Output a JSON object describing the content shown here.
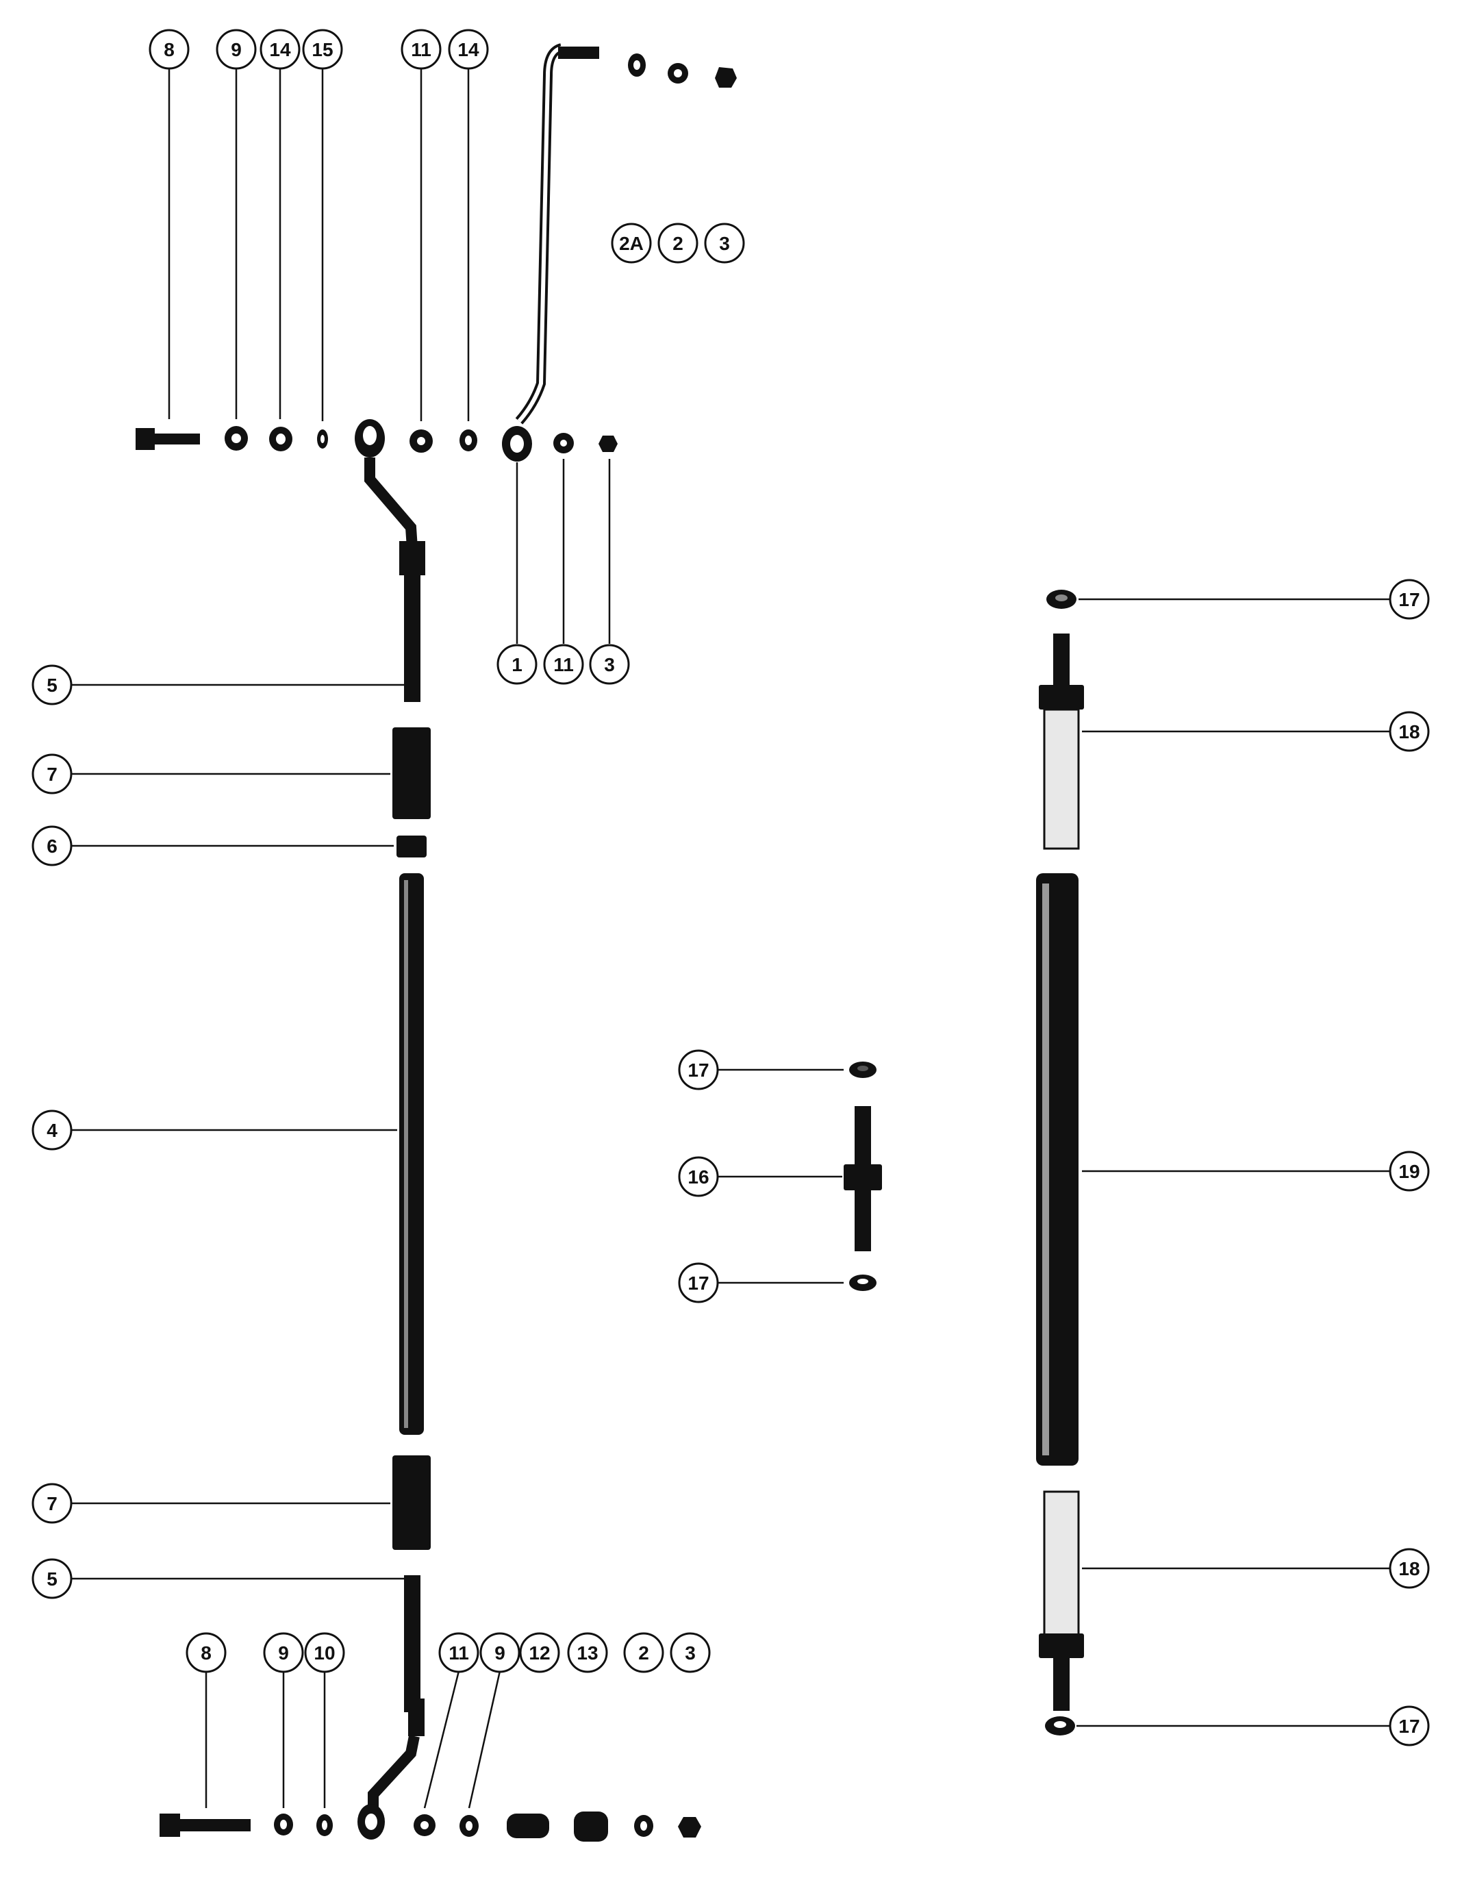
{
  "callouts": {
    "c8_top": "8",
    "c9_top": "9",
    "c14_top_a": "14",
    "c15_top": "15",
    "c11_top": "11",
    "c14_top_b": "14",
    "c2a": "2A",
    "c2_top": "2",
    "c3_top": "3",
    "c1": "1",
    "c11_mid": "11",
    "c3_mid": "3",
    "c5_upper": "5",
    "c7_upper": "7",
    "c6": "6",
    "c4": "4",
    "c7_lower": "7",
    "c5_lower": "5",
    "c8_bot": "8",
    "c9_bot_a": "9",
    "c10": "10",
    "c11_bot": "11",
    "c9_bot_b": "9",
    "c12": "12",
    "c13": "13",
    "c2_bot": "2",
    "c3_bot": "3",
    "c17_center_top": "17",
    "c16": "16",
    "c17_center_bot": "17",
    "c17_right_top": "17",
    "c18_right_top": "18",
    "c19": "19",
    "c18_right_bot": "18",
    "c17_right_bot": "17"
  },
  "icons": {
    "bolt": "bolt-icon",
    "washer": "washer-icon",
    "nut": "nut-icon",
    "rod": "rod-icon",
    "sleeve": "sleeve-icon",
    "link": "link-icon",
    "stud": "stud-icon"
  },
  "colors": {
    "ink": "#111111",
    "paper": "#ffffff"
  }
}
